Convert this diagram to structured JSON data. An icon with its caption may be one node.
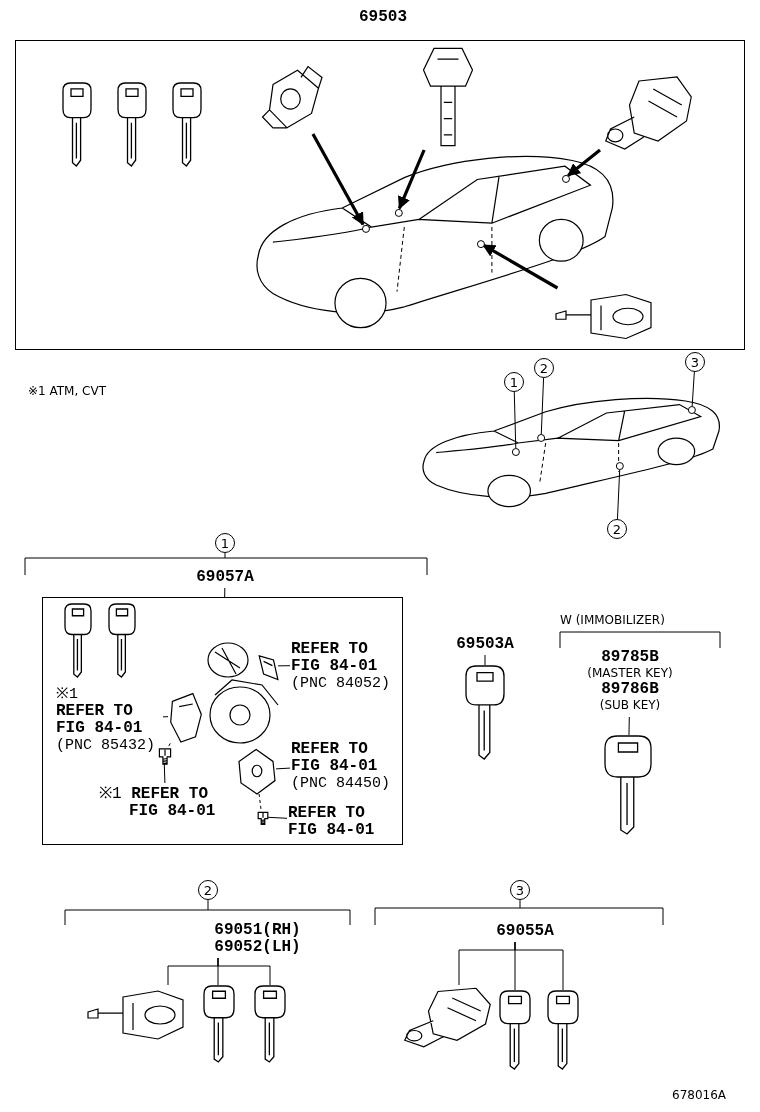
{
  "diagram": {
    "nodes": [
      {
        "text": [
          "69503"
        ]
      },
      {
        "text": [],
        "shape": "box"
      },
      {
        "text": [],
        "shape": "picture",
        "in": 1
      },
      {
        "text": [],
        "shape": "picture",
        "in": 1
      },
      {
        "text": [],
        "shape": "picture",
        "in": 1
      },
      {
        "text": [],
        "shape": "picture",
        "in": 1
      },
      {
        "text": [],
        "shape": "picture",
        "in": 1
      },
      {
        "text": [],
        "shape": "picture"
      },
      {
        "text": [
          "1"
        ]
      },
      {
        "text": [
          "2"
        ]
      },
      {
        "text": [
          "3"
        ]
      },
      {
        "text": [
          "2"
        ]
      },
      {
        "text": [
          "1"
        ]
      },
      {
        "text": [
          "69057A"
        ]
      },
      {
        "text": [],
        "shape": "box"
      },
      {
        "text": [
          "REFER TO FIG 84-01",
          "(PNC 84052)"
        ],
        "in": 14
      },
      {
        "text": [
          "※1",
          "REFER TO FIG 84-01",
          "(PNC 85432)"
        ],
        "in": 14
      },
      {
        "text": [
          "REFER TO FIG 84-01",
          "(PNC 84450)"
        ],
        "in": 14
      },
      {
        "text": [
          "※1 **REFER TO FIG 84-01**"
        ],
        "in": 14
      },
      {
        "text": [
          "REFER TO FIG 84-01"
        ],
        "in": 14
      },
      {
        "text": [
          "69503A"
        ]
      },
      {
        "text": [],
        "shape": "picture"
      },
      {
        "text": [
          "89785B",
          "(MASTER KEY)",
          "89786B",
          "(SUB KEY)"
        ]
      },
      {
        "text": [],
        "shape": "picture"
      },
      {
        "text": [
          "2"
        ]
      },
      {
        "text": [
          "69051(RH)",
          "69052(LH)"
        ]
      },
      {
        "text": [],
        "shape": "picture"
      },
      {
        "text": [],
        "shape": "picture"
      },
      {
        "text": [],
        "shape": "picture"
      },
      {
        "text": [
          "3"
        ]
      },
      {
        "text": [
          "69055A"
        ]
      },
      {
        "text": [],
        "shape": "picture"
      },
      {
        "text": [],
        "shape": "picture"
      },
      {
        "text": [],
        "shape": "picture"
      },
      {
        "text": [],
        "shape": "picture",
        "in": 14
      },
      {
        "text": [],
        "shape": "picture",
        "in": 14
      },
      {
        "text": [],
        "shape": "picture",
        "in": 14
      },
      {
        "text": [],
        "shape": "picture",
        "in": 14
      },
      {
        "text": [],
        "shape": "picture",
        "in": 14
      }
    ],
    "edges": [
      {
        "from": 3,
        "to": 2,
        "arrow": "to",
        "style": "thick"
      },
      {
        "from": 4,
        "to": 2,
        "arrow": "to",
        "style": "thick"
      },
      {
        "from": 5,
        "to": 2,
        "arrow": "to",
        "style": "thick"
      },
      {
        "from": 6,
        "to": 2,
        "arrow": "to",
        "style": "thick"
      },
      {
        "from": 8,
        "to": 7,
        "arrow": "none"
      },
      {
        "from": 9,
        "to": 7,
        "arrow": "none"
      },
      {
        "from": 10,
        "to": 7,
        "arrow": "none"
      },
      {
        "from": 11,
        "to": 7,
        "arrow": "none"
      },
      {
        "from": 13,
        "to": 14,
        "arrow": "none"
      },
      {
        "from": 15,
        "to": 34,
        "arrow": "none"
      },
      {
        "from": 16,
        "to": 35,
        "arrow": "none"
      },
      {
        "from": 17,
        "to": 36,
        "arrow": "none"
      },
      {
        "from": 18,
        "to": 37,
        "arrow": "none"
      },
      {
        "from": 19,
        "to": 38,
        "arrow": "none"
      },
      {
        "from": 20,
        "to": 21,
        "arrow": "none"
      },
      {
        "from": 22,
        "to": 23,
        "arrow": "none"
      },
      {
        "from": 25,
        "to": 26,
        "arrow": "none"
      },
      {
        "from": 25,
        "to": 27,
        "arrow": "none"
      },
      {
        "from": 25,
        "to": 28,
        "arrow": "none"
      },
      {
        "from": 30,
        "to": 31,
        "arrow": "none"
      },
      {
        "from": 30,
        "to": 32,
        "arrow": "none"
      },
      {
        "from": 30,
        "to": 33,
        "arrow": "none"
      },
      {
        "from": 37,
        "to": 35,
        "arrow": "none",
        "style": "dashed"
      },
      {
        "from": 36,
        "to": 38,
        "arrow": "none",
        "style": "dashed"
      }
    ],
    "labels": [
      "※1 ATM, CVT",
      "W (IMMOBILIZER)",
      "678016A"
    ]
  }
}
